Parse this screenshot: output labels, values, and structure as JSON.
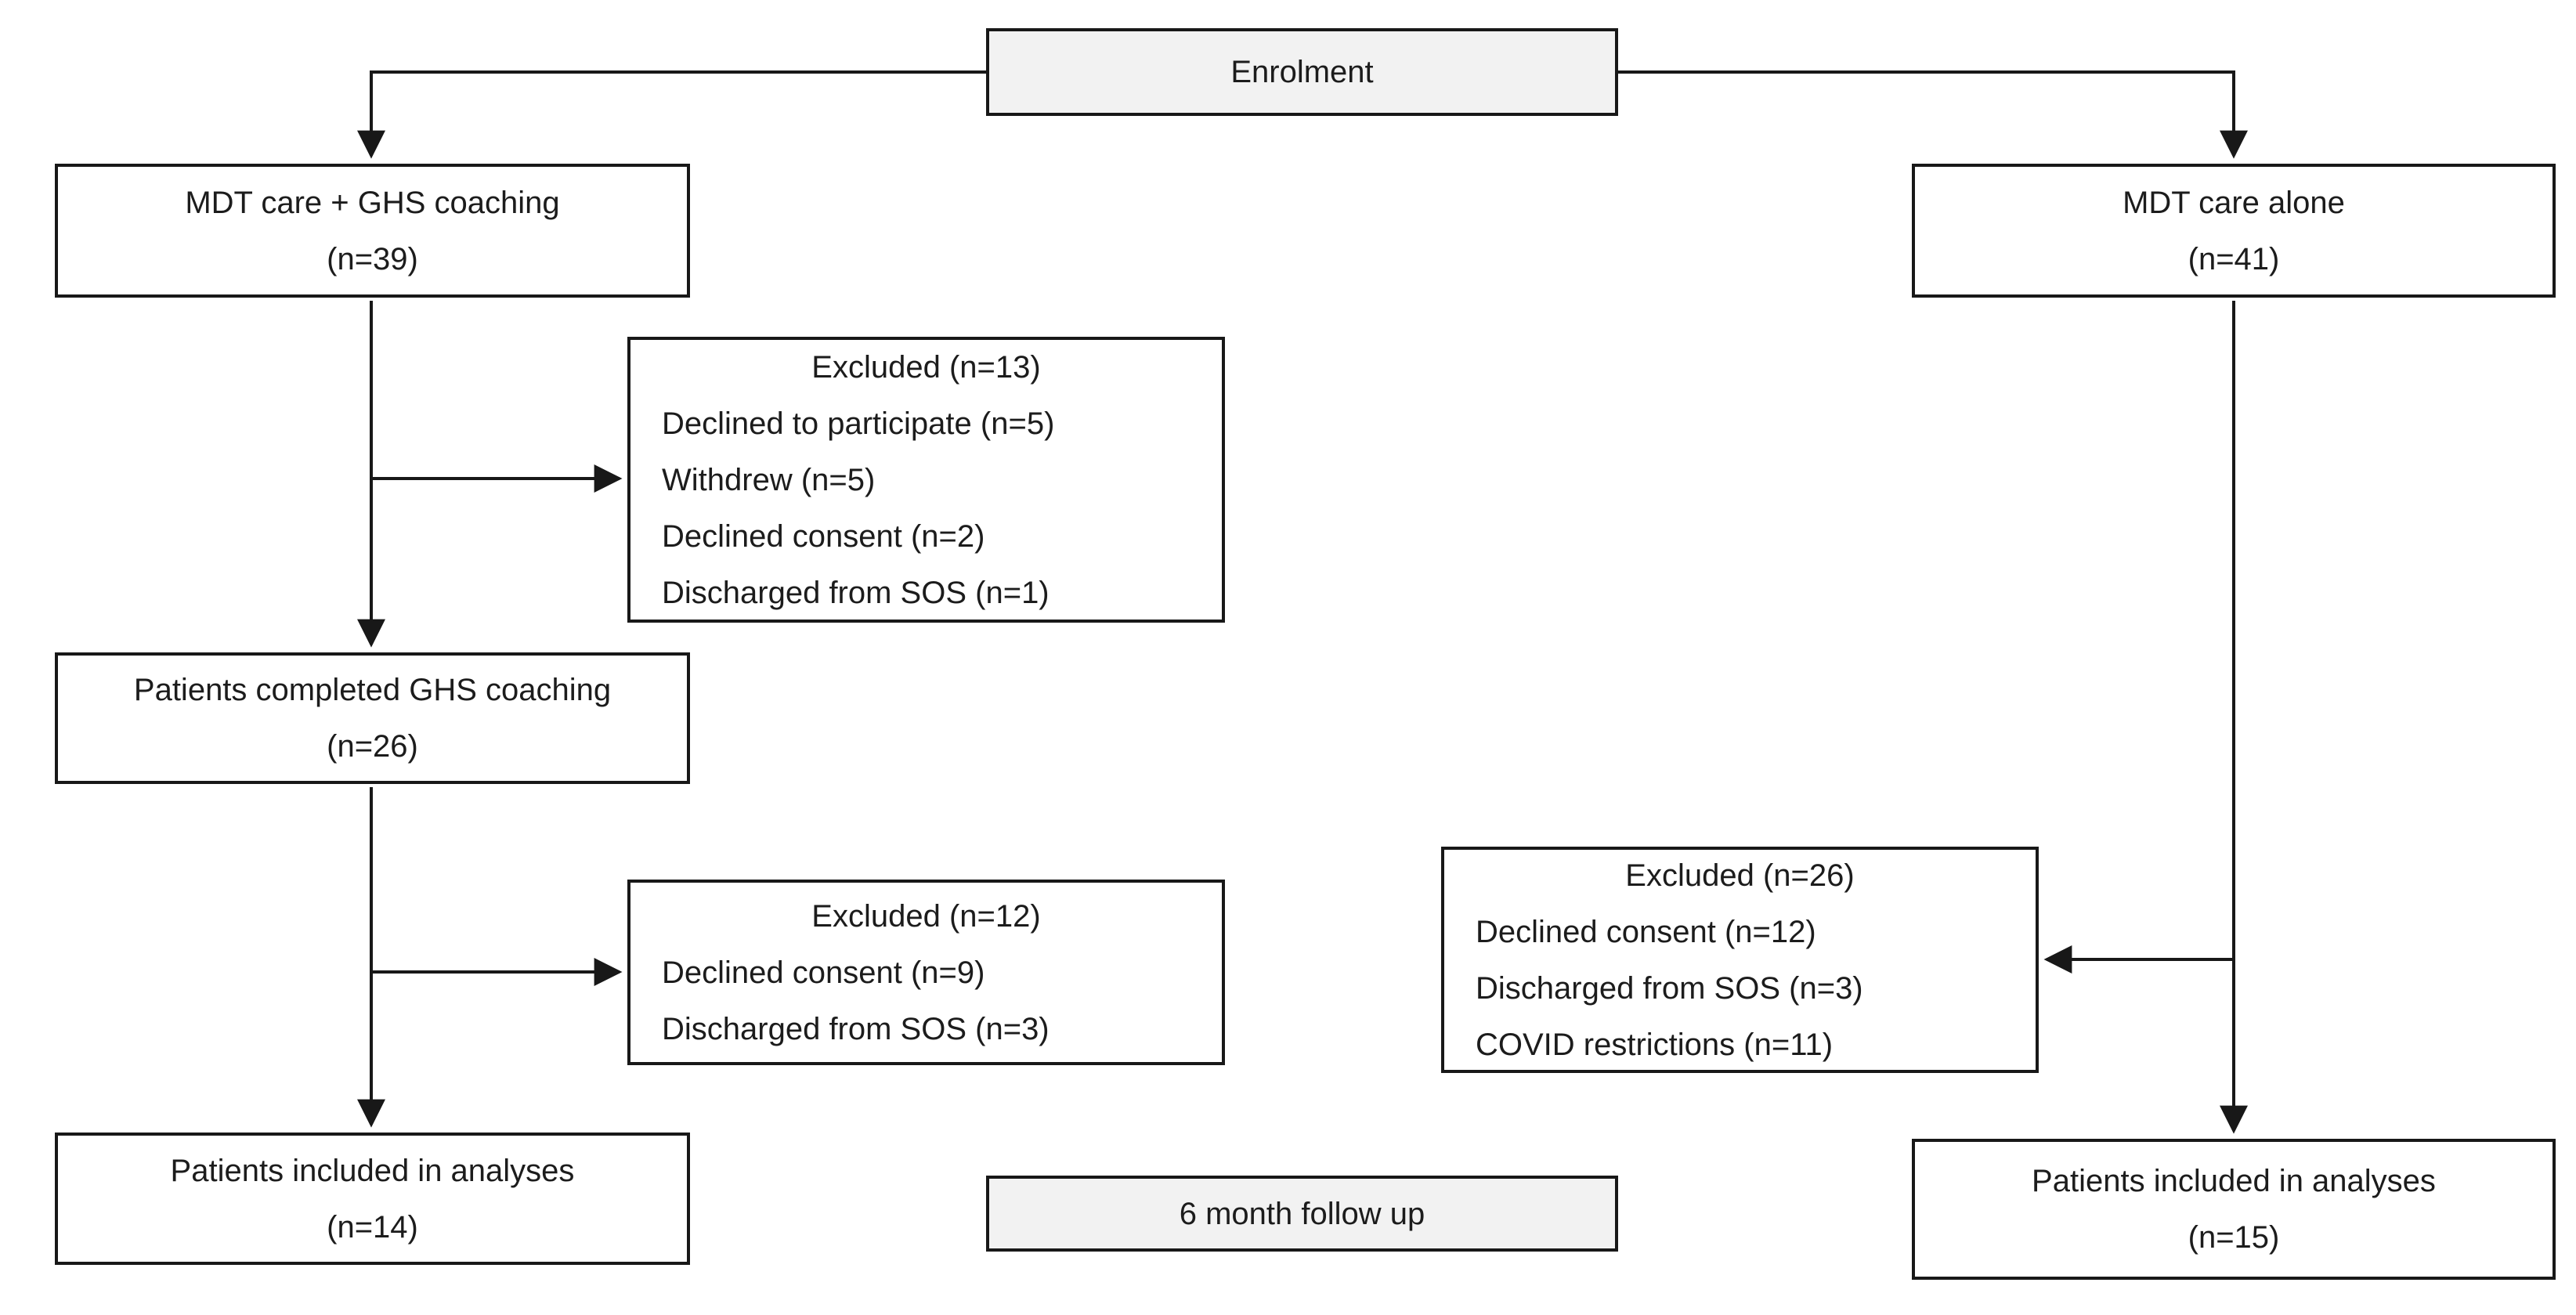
{
  "diagram": {
    "type": "flowchart",
    "description": "CONSORT-style participant flow diagram",
    "colors": {
      "box_border": "#181818",
      "box_fill_white": "#ffffff",
      "box_fill_gray": "#f2f2f2",
      "line_color": "#181818",
      "text_color": "#1c1c1c"
    },
    "nodes": {
      "enrolment": {
        "label": "Enrolment"
      },
      "mdt_ghs": {
        "lines": [
          "MDT care + GHS coaching",
          "(n=39)"
        ]
      },
      "mdt_alone": {
        "lines": [
          "MDT care alone",
          "(n=41)"
        ]
      },
      "excluded_ghs_1": {
        "title": "Excluded (n=13)",
        "items": [
          "Declined to participate (n=5)",
          "Withdrew (n=5)",
          "Declined consent (n=2)",
          "Discharged from SOS (n=1)"
        ]
      },
      "completed_ghs": {
        "lines": [
          "Patients completed GHS coaching",
          "(n=26)"
        ]
      },
      "excluded_ghs_2": {
        "title": "Excluded (n=12)",
        "items": [
          "Declined consent (n=9)",
          "Discharged from SOS (n=3)"
        ]
      },
      "analysed_ghs": {
        "lines": [
          "Patients included in analyses",
          "(n=14)"
        ]
      },
      "followup": {
        "label": "6 month follow up"
      },
      "excluded_alone": {
        "title": "Excluded (n=26)",
        "items": [
          "Declined consent (n=12)",
          "Discharged from SOS (n=3)",
          "COVID restrictions (n=11)"
        ]
      },
      "analysed_alone": {
        "lines": [
          "Patients included in analyses",
          "(n=15)"
        ]
      }
    },
    "edges": [
      {
        "from": "enrolment",
        "to": "mdt_ghs"
      },
      {
        "from": "enrolment",
        "to": "mdt_alone"
      },
      {
        "from": "mdt_ghs",
        "to": "excluded_ghs_1"
      },
      {
        "from": "mdt_ghs",
        "to": "completed_ghs"
      },
      {
        "from": "completed_ghs",
        "to": "excluded_ghs_2"
      },
      {
        "from": "completed_ghs",
        "to": "analysed_ghs"
      },
      {
        "from": "mdt_alone",
        "to": "excluded_alone"
      },
      {
        "from": "mdt_alone",
        "to": "analysed_alone"
      }
    ]
  }
}
